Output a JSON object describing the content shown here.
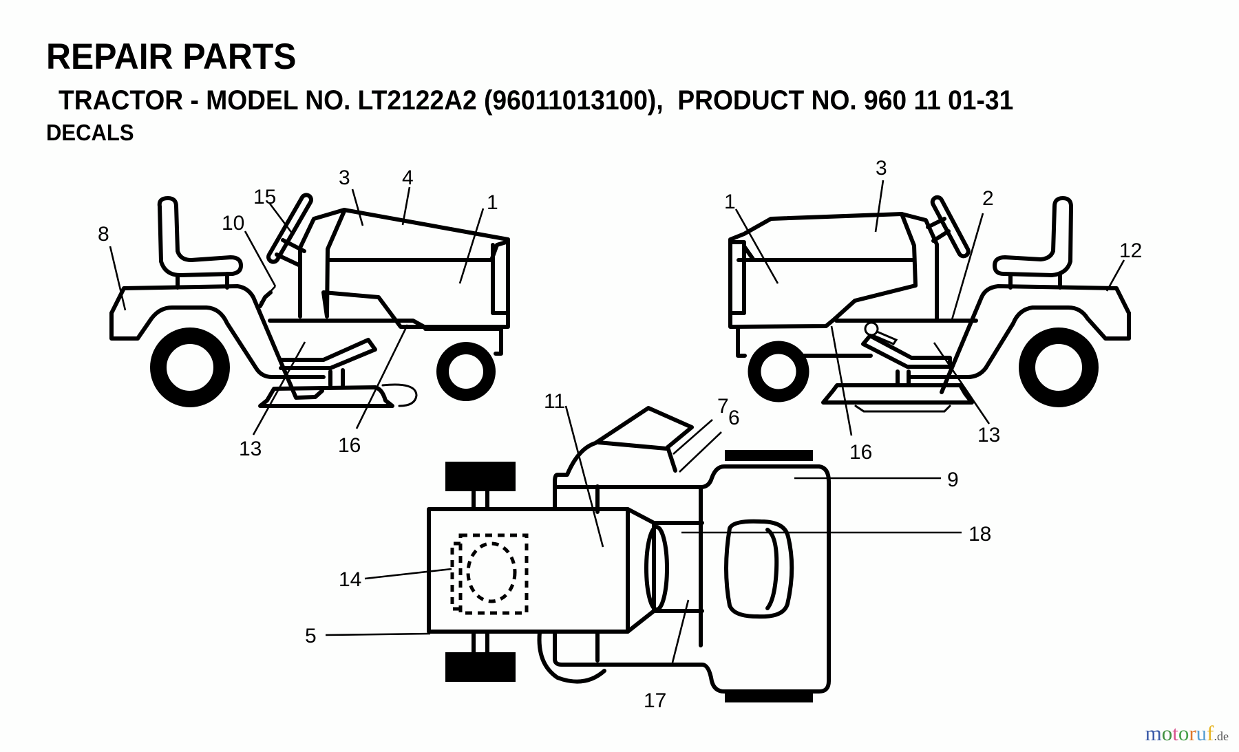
{
  "header": {
    "title": "REPAIR PARTS",
    "subtitle": "TRACTOR - MODEL NO. LT2122A2 (96011013100),  PRODUCT NO. 960 11 01-31",
    "section": "DECALS"
  },
  "diagrams": {
    "left_side_view": {
      "callouts": [
        "8",
        "15",
        "10",
        "3",
        "4",
        "1",
        "13",
        "16"
      ]
    },
    "right_side_view": {
      "callouts": [
        "1",
        "3",
        "2",
        "12",
        "16",
        "13"
      ]
    },
    "top_view": {
      "callouts": [
        "11",
        "7",
        "6",
        "9",
        "18",
        "14",
        "5",
        "17"
      ]
    }
  },
  "labels": {
    "l8": "8",
    "l15": "15",
    "l10": "10",
    "l3": "3",
    "l4": "4",
    "l1": "1",
    "l13": "13",
    "l16": "16",
    "r1": "1",
    "r3": "3",
    "r2": "2",
    "r12": "12",
    "r16": "16",
    "r13": "13",
    "t11": "11",
    "t7": "7",
    "t6": "6",
    "t9": "9",
    "t18": "18",
    "t14": "14",
    "t5": "5",
    "t17": "17"
  },
  "watermark": {
    "letters": [
      "m",
      "o",
      "t",
      "o",
      "r",
      "u",
      "f"
    ],
    "tld": ".de"
  },
  "colors": {
    "background": "#fdfefd",
    "ink": "#000000"
  }
}
